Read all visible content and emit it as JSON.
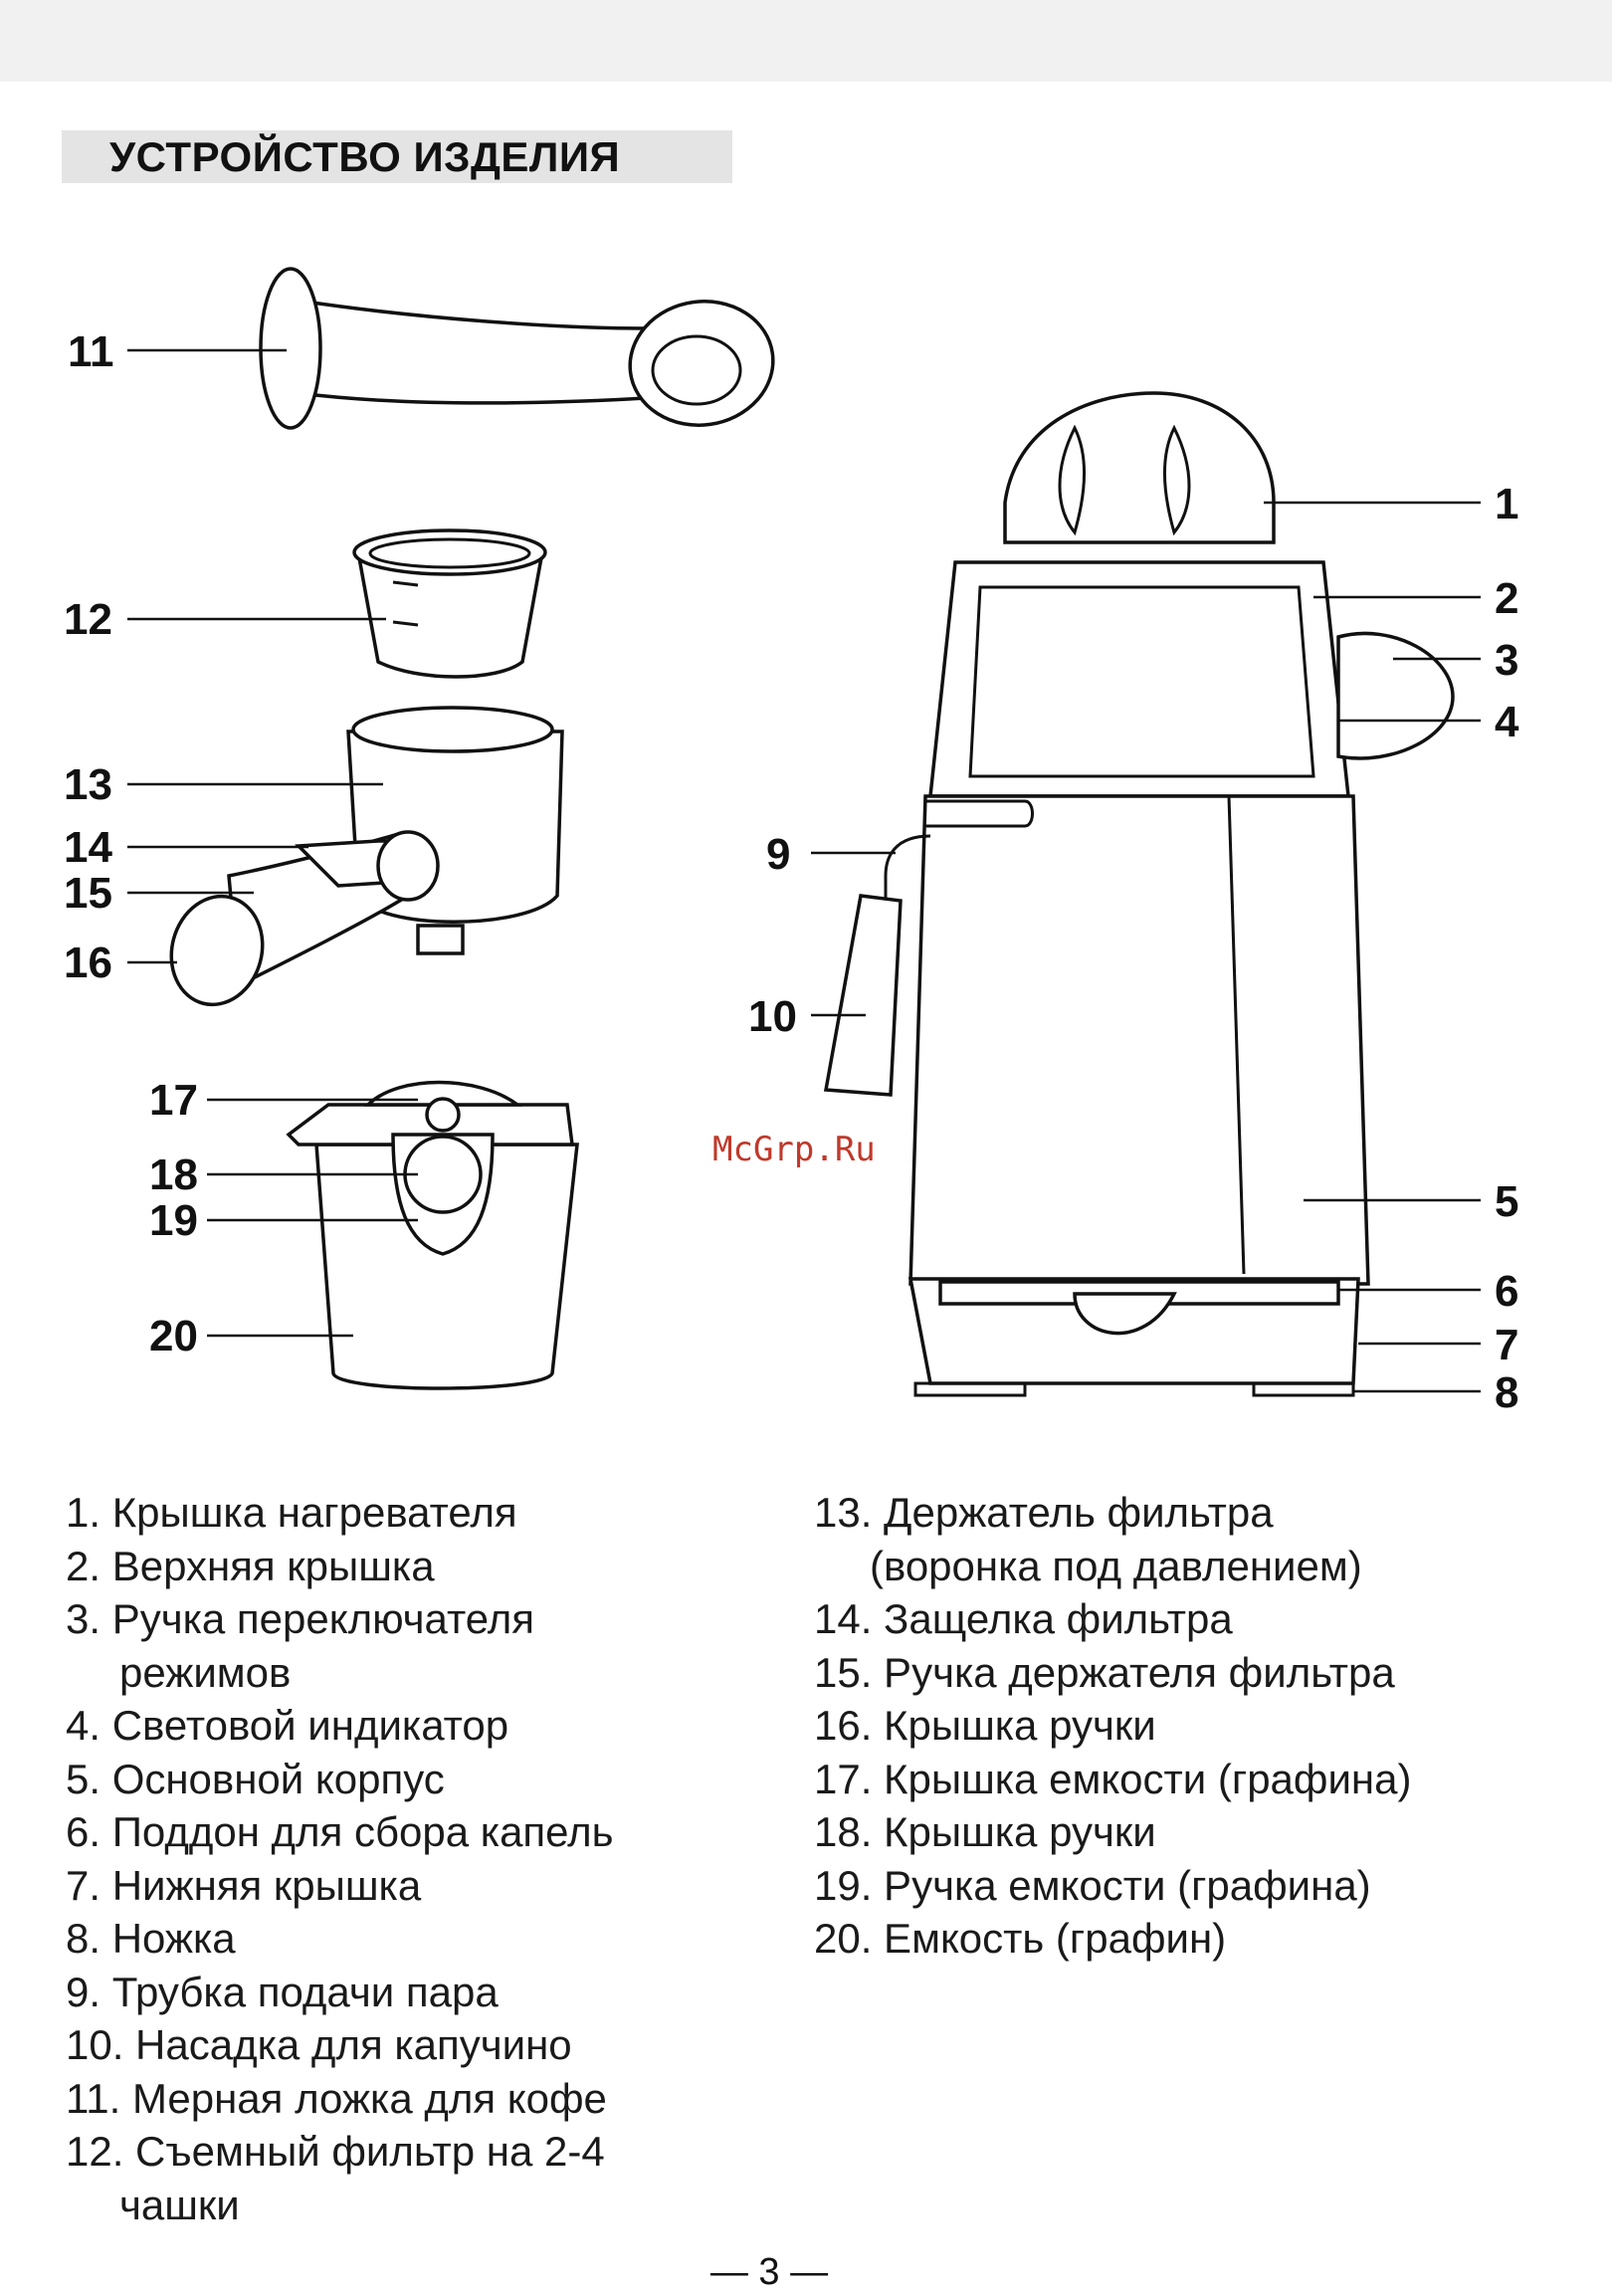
{
  "header": {
    "title": "УСТРОЙСТВО ИЗДЕЛИЯ"
  },
  "diagram": {
    "callouts": [
      "1",
      "2",
      "3",
      "4",
      "5",
      "6",
      "7",
      "8",
      "9",
      "10",
      "11",
      "12",
      "13",
      "14",
      "15",
      "16",
      "17",
      "18",
      "19",
      "20"
    ],
    "watermark": "McGrp.Ru"
  },
  "parts_left": [
    "1. Крышка нагревателя",
    "2. Верхняя крышка",
    "3. Ручка переключателя",
    "режимов",
    "4. Световой индикатор",
    "5. Основной корпус",
    "6. Поддон для сбора капель",
    "7. Нижняя крышка",
    "8. Ножка",
    "9. Трубка подачи пара",
    "10. Насадка для капучино",
    "11. Мерная ложка для кофе",
    "12. Съемный фильтр на 2-4",
    "чашки"
  ],
  "parts_right": [
    "13. Держатель фильтра",
    "(воронка под давлением)",
    "14. Защелка фильтра",
    "15. Ручка держателя фильтра",
    "16. Крышка ручки",
    "17. Крышка емкости (графина)",
    "18. Крышка ручки",
    "19. Ручка емкости (графина)",
    "20. Емкость (графин)"
  ],
  "footer": {
    "page_number": "— 3 —"
  }
}
